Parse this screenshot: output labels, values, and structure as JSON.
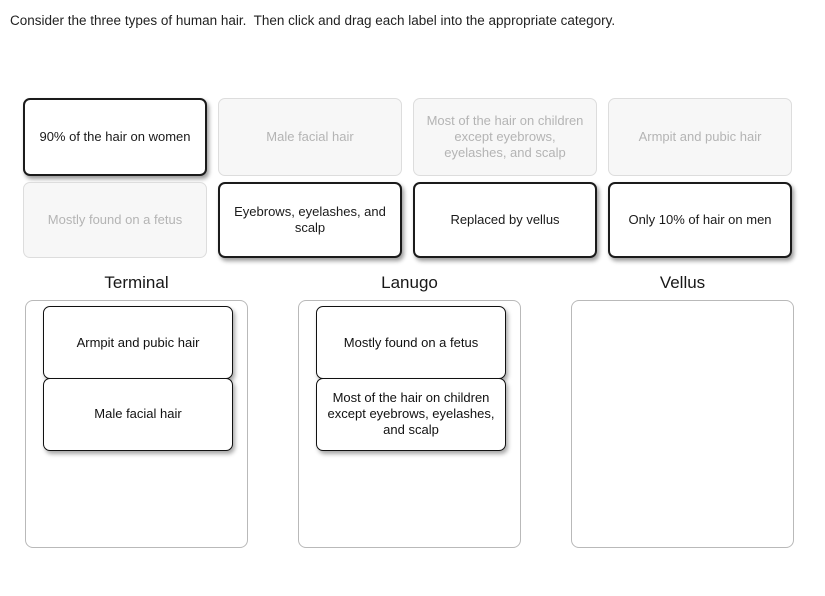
{
  "prompt": "Consider the three types of human hair.  Then click and drag each label into the appropriate category.",
  "label_bank": {
    "tiles": [
      {
        "text": "90% of the hair on women",
        "state": "active"
      },
      {
        "text": "Male facial hair",
        "state": "used"
      },
      {
        "text": "Most of the hair on children except eyebrows, eyelashes, and scalp",
        "state": "used"
      },
      {
        "text": "Armpit and pubic hair",
        "state": "used"
      },
      {
        "text": "Mostly found on a fetus",
        "state": "used"
      },
      {
        "text": "Eyebrows, eyelashes, and scalp",
        "state": "active"
      },
      {
        "text": "Replaced by vellus",
        "state": "active"
      },
      {
        "text": "Only 10% of hair on men",
        "state": "active"
      }
    ]
  },
  "categories": [
    {
      "title": "Terminal",
      "placed": [
        {
          "text": "Armpit and pubic hair"
        },
        {
          "text": "Male facial hair"
        }
      ]
    },
    {
      "title": "Lanugo",
      "placed": [
        {
          "text": "Mostly found on a fetus"
        },
        {
          "text": "Most of the hair on children except eyebrows, eyelashes, and scalp"
        }
      ]
    },
    {
      "title": "Vellus",
      "placed": []
    }
  ],
  "colors": {
    "page_background": "#ffffff",
    "active_tile_border": "#1b1b1b",
    "used_tile_background": "#f7f7f7",
    "used_tile_text": "#b4b4b4",
    "dropzone_border": "#b9b9b9",
    "text": "#1a1a1a"
  }
}
